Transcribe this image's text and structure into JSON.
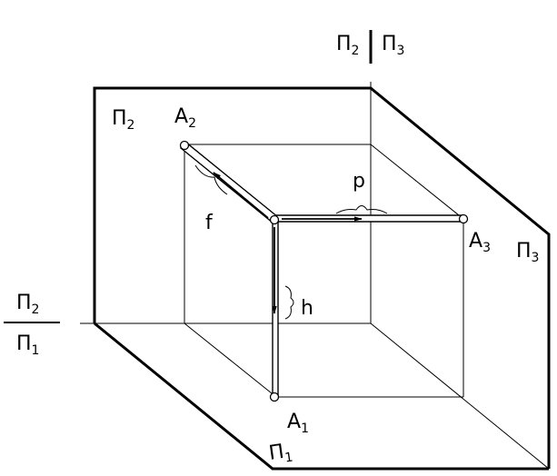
{
  "labels": {
    "p2_corner": "П",
    "p2_corner_sub": "2",
    "a2": "A",
    "a2_sub": "2",
    "a1": "A",
    "a1_sub": "1",
    "a3": "A",
    "a3_sub": "3",
    "f": "f",
    "h": "h",
    "p": "p",
    "p3_side": "П",
    "p3_side_sub": "3",
    "p1_bottom": "П",
    "p1_bottom_sub": "1",
    "top_left": "П",
    "top_left_sub": "2",
    "top_right": "П",
    "top_right_sub": "3",
    "left_num": "П",
    "left_num_sub": "2",
    "left_den": "П",
    "left_den_sub": "1"
  }
}
